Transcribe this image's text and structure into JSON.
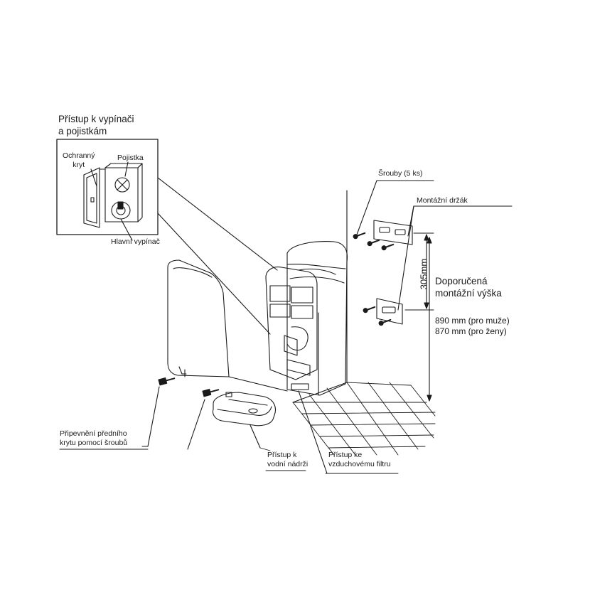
{
  "inset": {
    "title_line1": "Přístup k vypínači",
    "title_line2": "a pojistkám",
    "guard_cover_line1": "Ochranný",
    "guard_cover_line2": "kryt",
    "fuse": "Pojistka",
    "main_switch": "Hlavní vypínač"
  },
  "mounting": {
    "screws": "Šrouby (5 ks)",
    "bracket": "Montážní držák",
    "height_dimension": "305mm",
    "recommended_line1": "Doporučená",
    "recommended_line2": "montážní výška",
    "height_men": "890 mm (pro muže)",
    "height_women": "870 mm (pro ženy)"
  },
  "callouts": {
    "front_cover_line1": "Připevnění předního",
    "front_cover_line2": "krytu pomocí šroubů",
    "water_tank_line1": "Přístup k",
    "water_tank_line2": "vodní nádrži",
    "air_filter_line1": "Přístup ke",
    "air_filter_line2": "vzduchovému filtru"
  },
  "colors": {
    "line": "#1a1a1a",
    "shade": "#d9d9d9"
  }
}
